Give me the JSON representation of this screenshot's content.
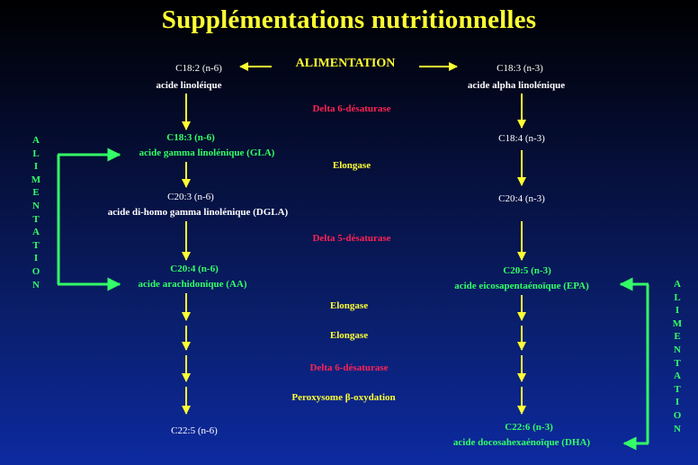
{
  "title": "Supplémentations nutritionnelles",
  "alimentation_label": "ALIMENTATION",
  "side_label_letters": [
    "A",
    "L",
    "I",
    "M",
    "E",
    "N",
    "T",
    "A",
    "T",
    "I",
    "O",
    "N"
  ],
  "colors": {
    "title": "#ffff33",
    "arrow": "#ffff33",
    "green": "#33ff66",
    "red": "#ff2255",
    "white": "#ffffff"
  },
  "left_chain": {
    "n1_code": "C18:2 (n-6)",
    "n1_name": "acide linoléique",
    "n2_code": "C18:3 (n-6)",
    "n2_name": "acide gamma linolénique (GLA)",
    "n3_code": "C20:3 (n-6)",
    "n3_name": "acide di-homo gamma linolénique (DGLA)",
    "n4_code": "C20:4 (n-6)",
    "n4_name": "acide arachidonique (AA)",
    "n5_code": "C22:5 (n-6)"
  },
  "right_chain": {
    "n1_code": "C18:3 (n-3)",
    "n1_name": "acide alpha linolénique",
    "n2_code": "C18:4 (n-3)",
    "n3_code": "C20:4 (n-3)",
    "n4_code": "C20:5 (n-3)",
    "n4_name": "acide eicosapentaénoïque (EPA)",
    "n5_code": "C22:6 (n-3)",
    "n5_name": "acide docosahexaénoïque (DHA)"
  },
  "enzymes": {
    "e1": "Delta 6-désaturase",
    "e2": "Elongase",
    "e3": "Delta 5-désaturase",
    "e4": "Elongase",
    "e5": "Elongase",
    "e6": "Delta 6-désaturase",
    "e7": "Peroxysome β-oxydation"
  }
}
